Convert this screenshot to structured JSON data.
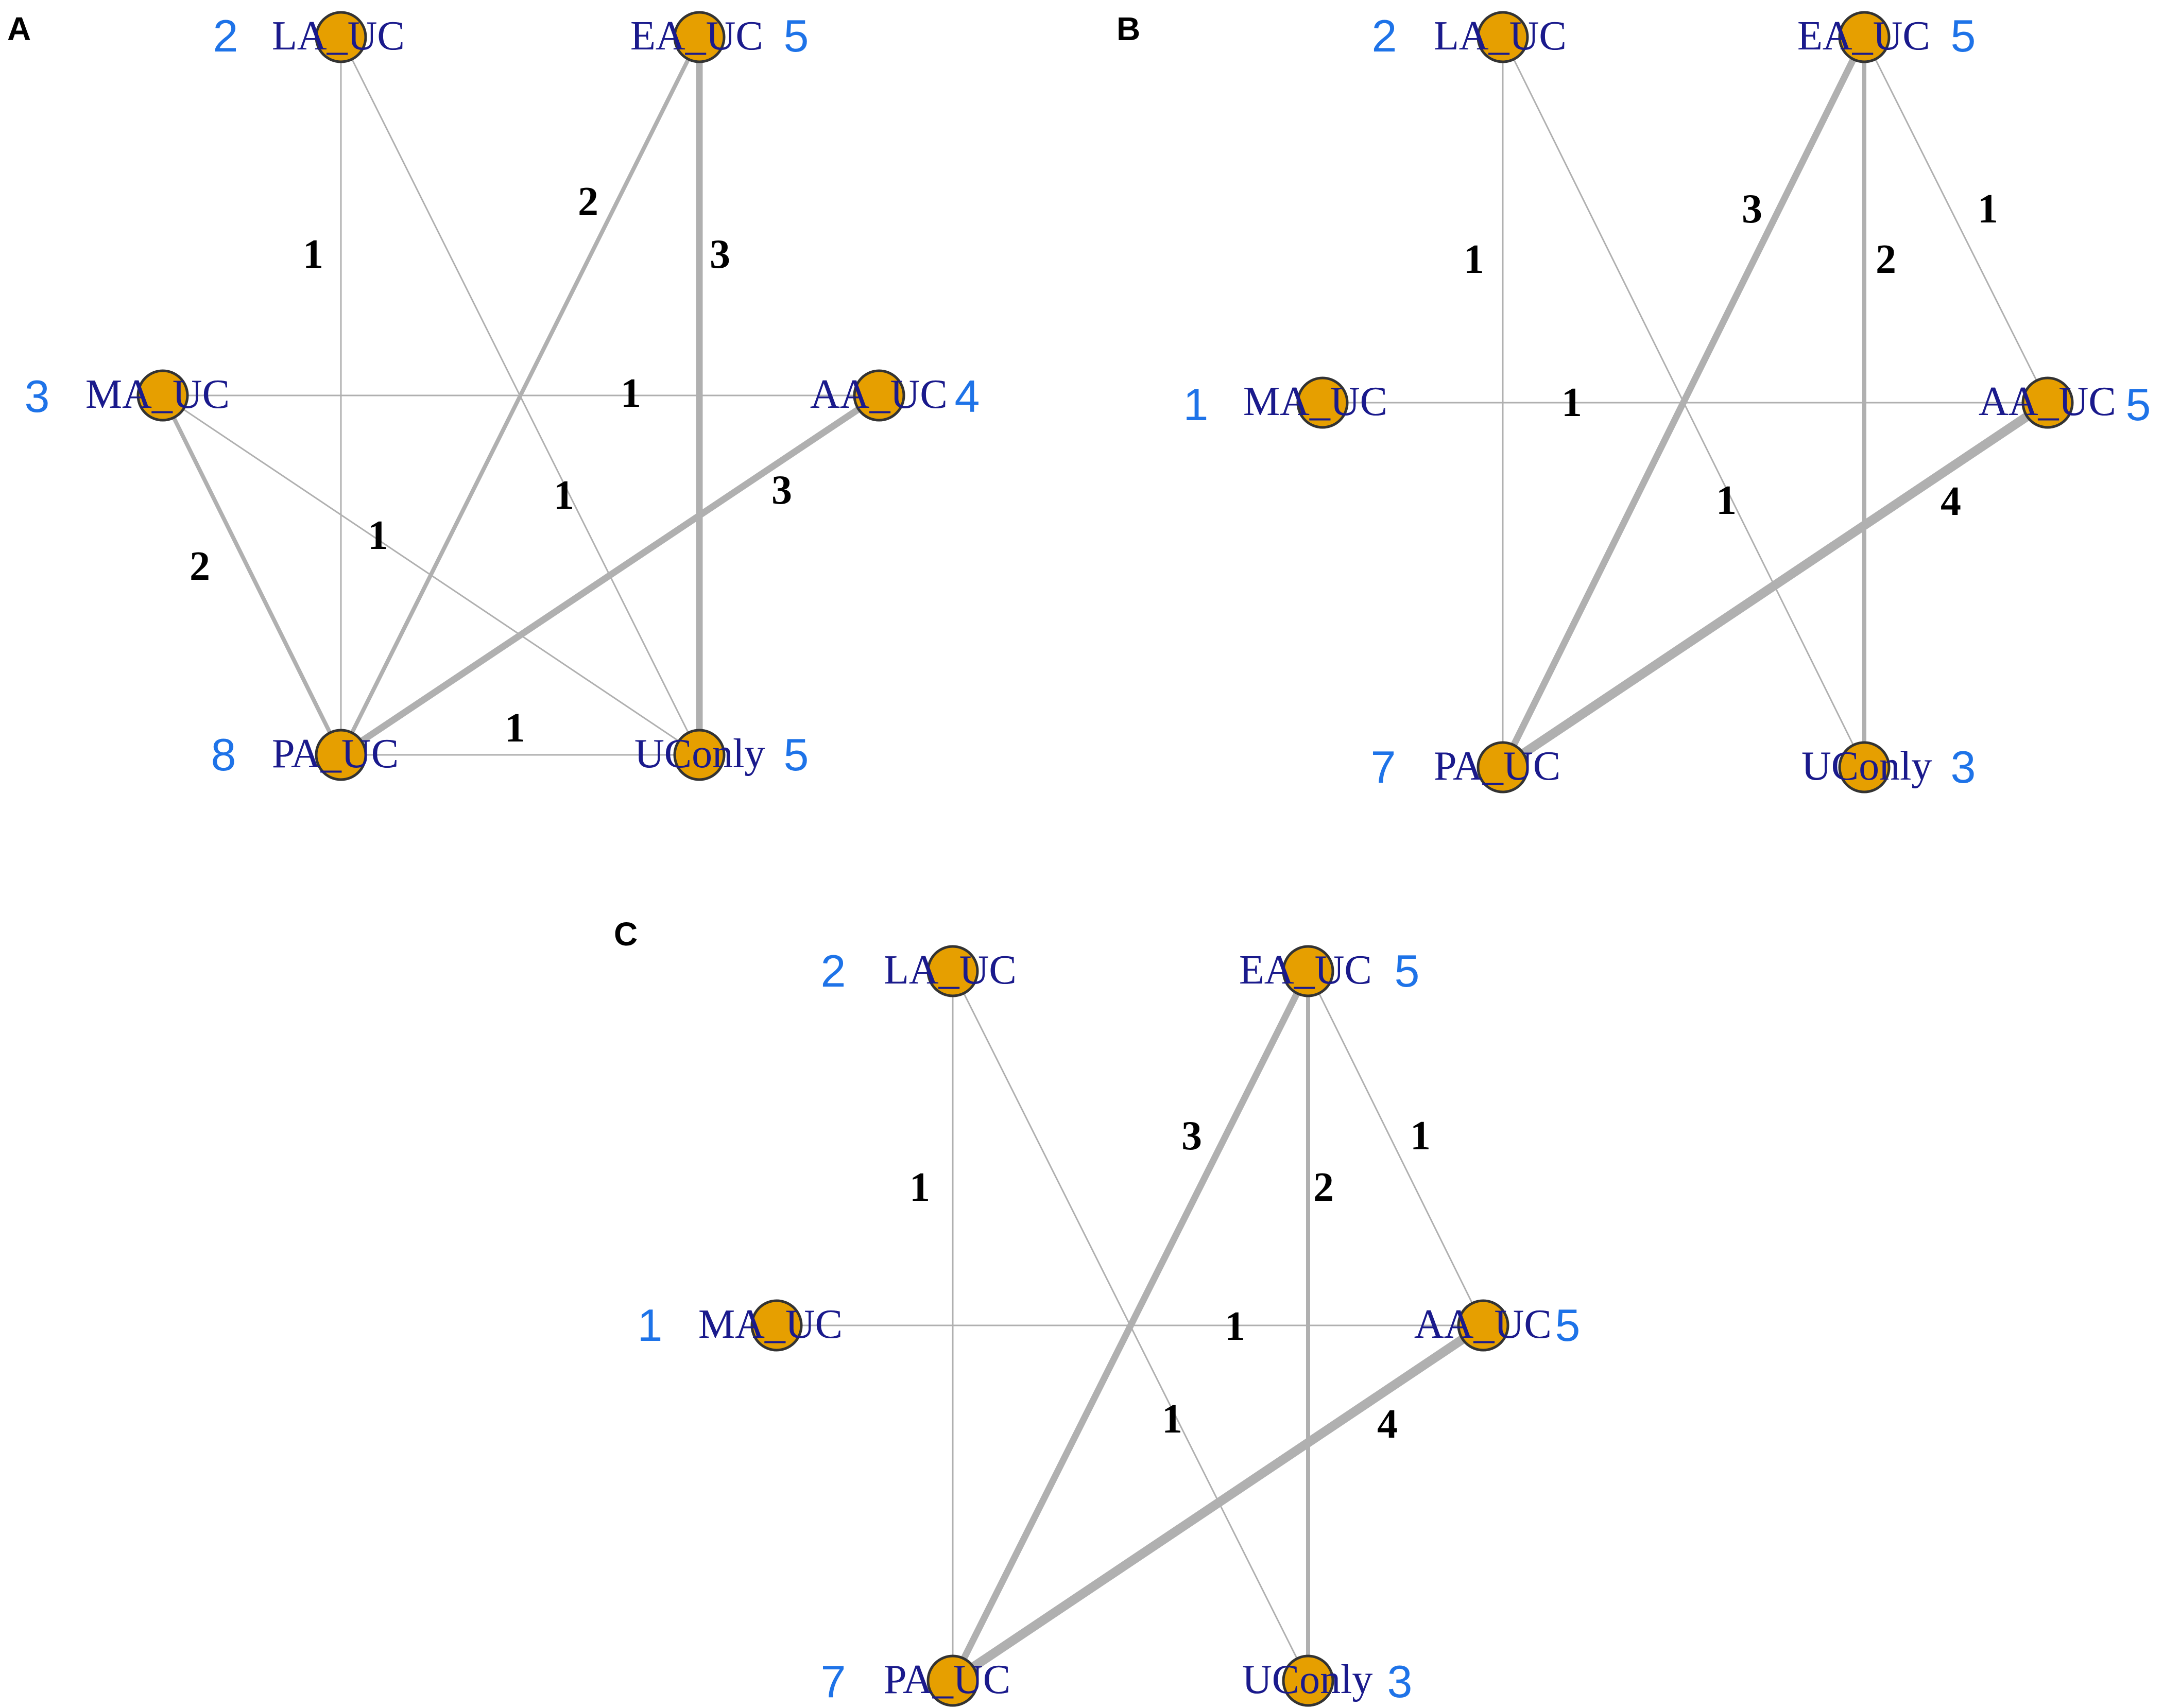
{
  "colors": {
    "node_fill": "#e69f00",
    "node_stroke": "#333333",
    "edge": "#b0b0b0",
    "node_label": "#1a1a8c",
    "count_label": "#1e73e8",
    "edge_label": "#000000"
  },
  "panels": [
    {
      "letter": "A",
      "nodes": [
        {
          "id": "LA_UC",
          "label": "LA_UC",
          "count": "2"
        },
        {
          "id": "EA_UC",
          "label": "EA_UC",
          "count": "5"
        },
        {
          "id": "MA_UC",
          "label": "MA_UC",
          "count": "3"
        },
        {
          "id": "AA_UC",
          "label": "AA_UC",
          "count": "4"
        },
        {
          "id": "PA_UC",
          "label": "PA_UC",
          "count": "8"
        },
        {
          "id": "UConly",
          "label": "UConly",
          "count": "5"
        }
      ],
      "edges": [
        {
          "from": "LA_UC",
          "to": "PA_UC",
          "weight": "1"
        },
        {
          "from": "LA_UC",
          "to": "UConly",
          "weight": "1"
        },
        {
          "from": "EA_UC",
          "to": "PA_UC",
          "weight": "2"
        },
        {
          "from": "EA_UC",
          "to": "UConly",
          "weight": "3"
        },
        {
          "from": "MA_UC",
          "to": "AA_UC",
          "weight": "1"
        },
        {
          "from": "MA_UC",
          "to": "PA_UC",
          "weight": "2"
        },
        {
          "from": "MA_UC",
          "to": "UConly",
          "weight": "1"
        },
        {
          "from": "AA_UC",
          "to": "PA_UC",
          "weight": "3"
        },
        {
          "from": "PA_UC",
          "to": "UConly",
          "weight": "1"
        }
      ]
    },
    {
      "letter": "B",
      "nodes": [
        {
          "id": "LA_UC",
          "label": "LA_UC",
          "count": "2"
        },
        {
          "id": "EA_UC",
          "label": "EA_UC",
          "count": "5"
        },
        {
          "id": "MA_UC",
          "label": "MA_UC",
          "count": "1"
        },
        {
          "id": "AA_UC",
          "label": "AA_UC",
          "count": "5"
        },
        {
          "id": "PA_UC",
          "label": "PA_UC",
          "count": "7"
        },
        {
          "id": "UConly",
          "label": "UConly",
          "count": "3"
        }
      ],
      "edges": [
        {
          "from": "LA_UC",
          "to": "PA_UC",
          "weight": "1"
        },
        {
          "from": "LA_UC",
          "to": "UConly",
          "weight": "1"
        },
        {
          "from": "EA_UC",
          "to": "PA_UC",
          "weight": "3"
        },
        {
          "from": "EA_UC",
          "to": "UConly",
          "weight": "2"
        },
        {
          "from": "EA_UC",
          "to": "AA_UC",
          "weight": "1"
        },
        {
          "from": "MA_UC",
          "to": "AA_UC",
          "weight": "1"
        },
        {
          "from": "AA_UC",
          "to": "PA_UC",
          "weight": "4"
        }
      ]
    },
    {
      "letter": "C",
      "nodes": [
        {
          "id": "LA_UC",
          "label": "LA_UC",
          "count": "2"
        },
        {
          "id": "EA_UC",
          "label": "EA_UC",
          "count": "5"
        },
        {
          "id": "MA_UC",
          "label": "MA_UC",
          "count": "1"
        },
        {
          "id": "AA_UC",
          "label": "AA_UC",
          "count": "5"
        },
        {
          "id": "PA_UC",
          "label": "PA_UC",
          "count": "7"
        },
        {
          "id": "UConly",
          "label": "UConly",
          "count": "3"
        }
      ],
      "edges": [
        {
          "from": "LA_UC",
          "to": "PA_UC",
          "weight": "1"
        },
        {
          "from": "LA_UC",
          "to": "UConly",
          "weight": "1"
        },
        {
          "from": "EA_UC",
          "to": "PA_UC",
          "weight": "3"
        },
        {
          "from": "EA_UC",
          "to": "UConly",
          "weight": "2"
        },
        {
          "from": "EA_UC",
          "to": "AA_UC",
          "weight": "1"
        },
        {
          "from": "MA_UC",
          "to": "AA_UC",
          "weight": "1"
        },
        {
          "from": "AA_UC",
          "to": "PA_UC",
          "weight": "4"
        }
      ]
    }
  ]
}
